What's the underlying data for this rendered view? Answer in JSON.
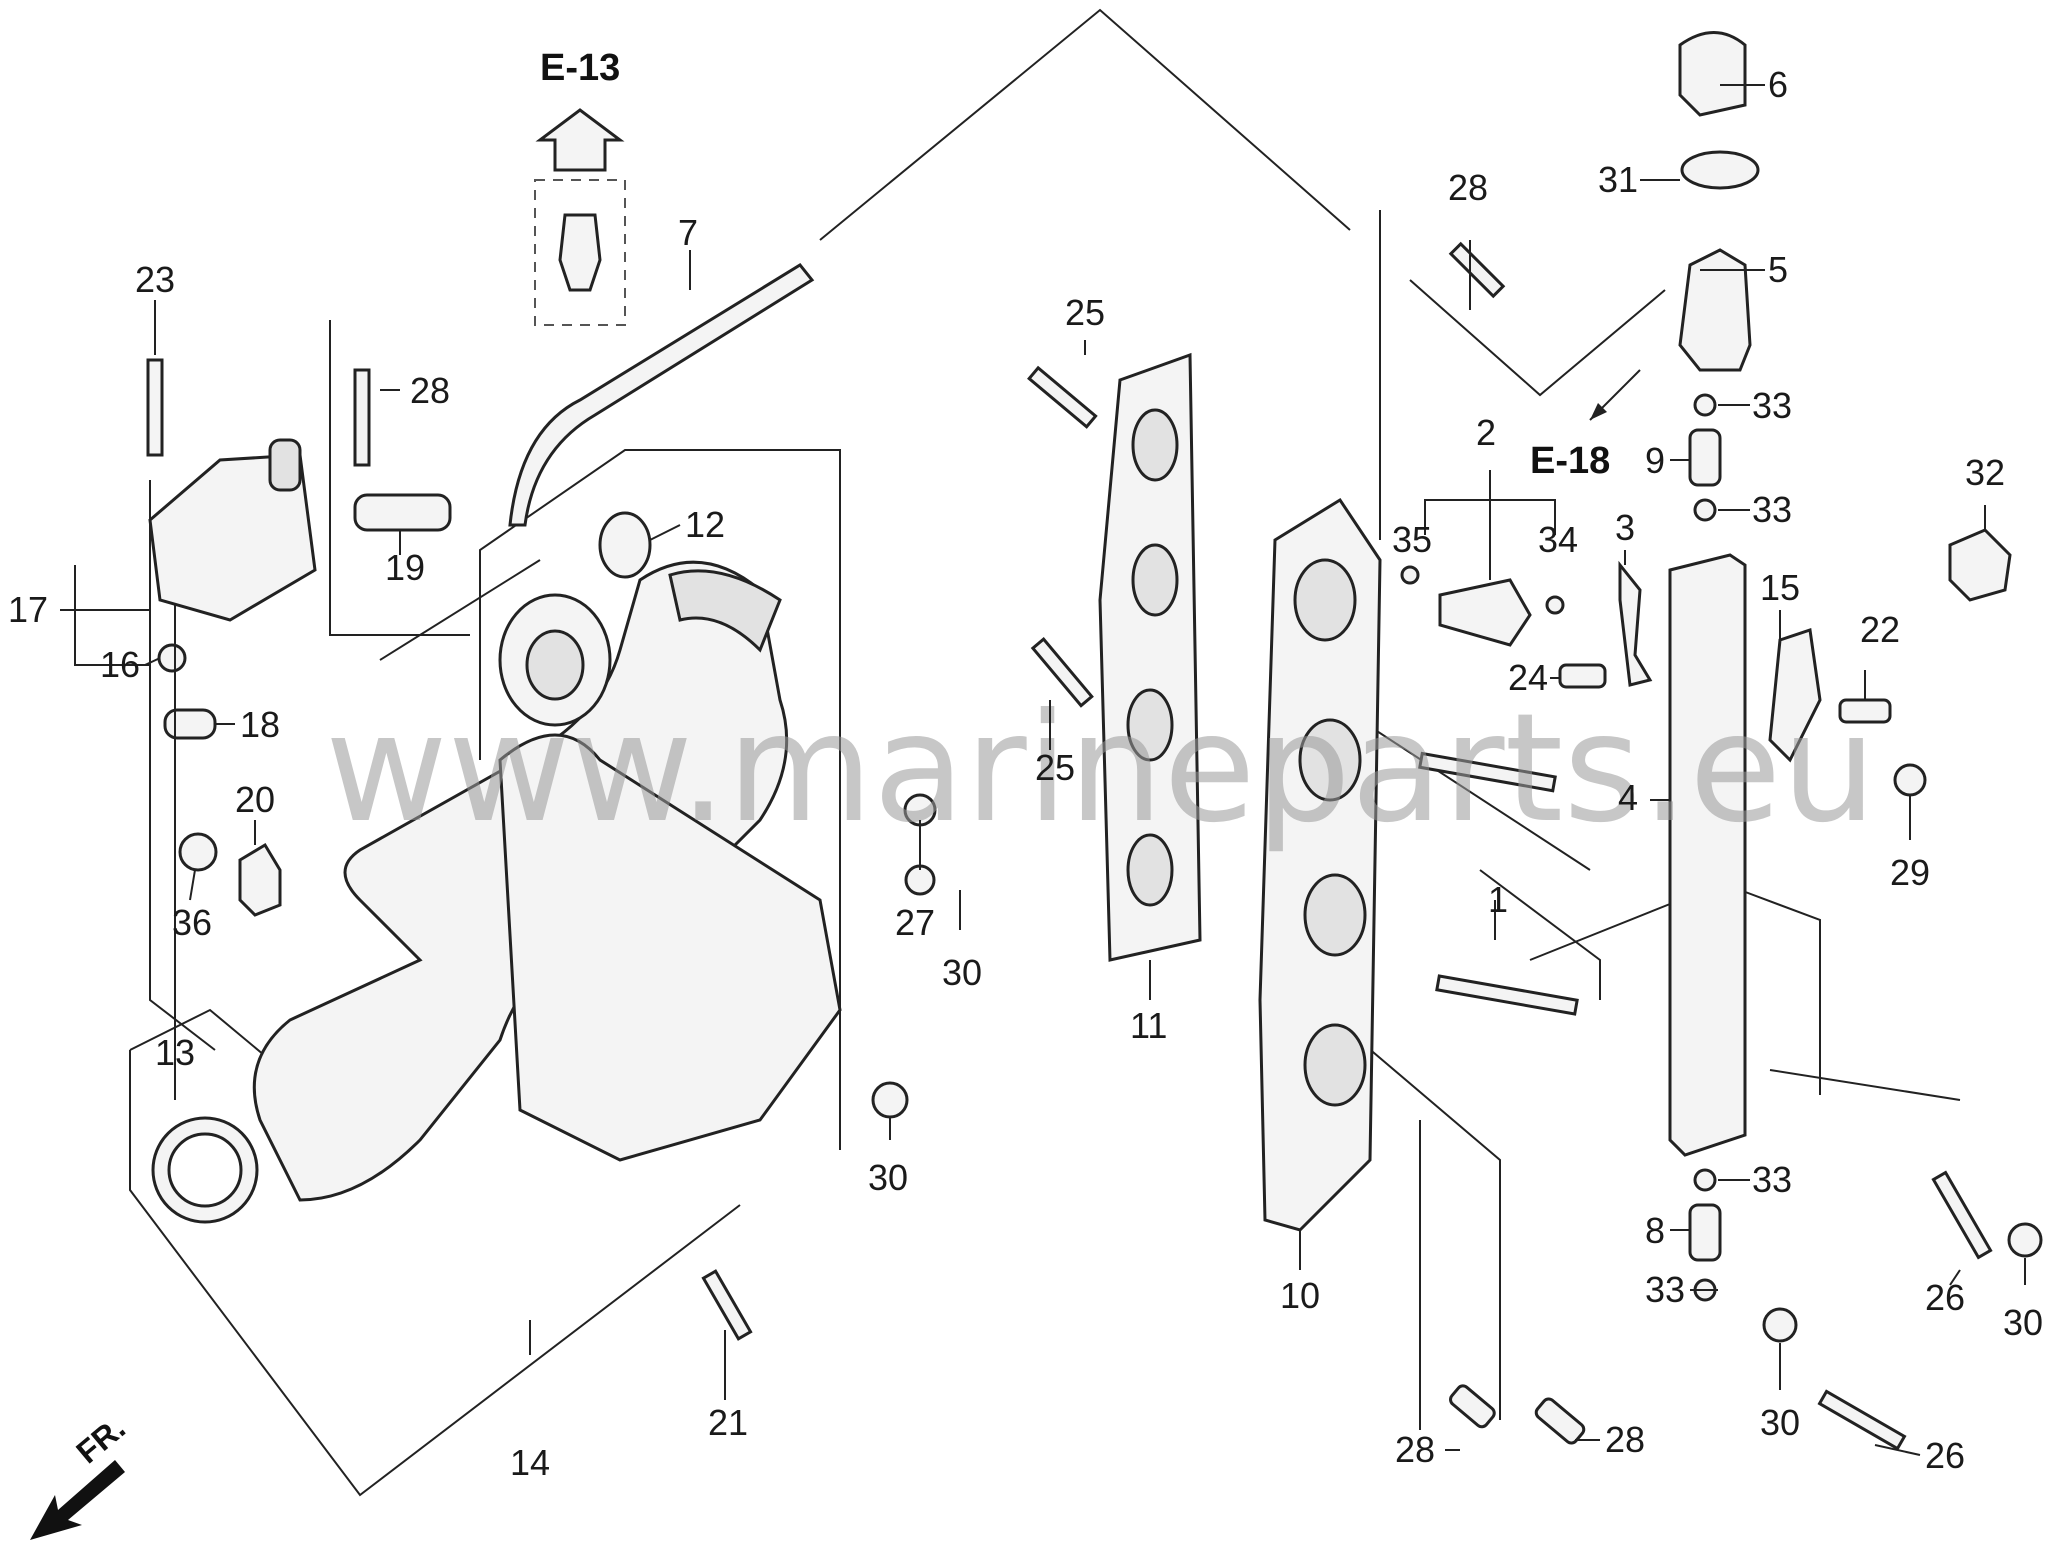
{
  "refs": {
    "e13": "E-13",
    "e18": "E-18"
  },
  "direction": "FR.",
  "watermark": "www.marineparts.eu",
  "callouts": {
    "c1": "1",
    "c2": "2",
    "c3": "3",
    "c4": "4",
    "c5": "5",
    "c6": "6",
    "c7": "7",
    "c8": "8",
    "c9": "9",
    "c10": "10",
    "c11": "11",
    "c12": "12",
    "c13": "13",
    "c14": "14",
    "c15": "15",
    "c16": "16",
    "c17": "17",
    "c18": "18",
    "c19": "19",
    "c20": "20",
    "c21": "21",
    "c22": "22",
    "c23": "23",
    "c24": "24",
    "c25a": "25",
    "c25b": "25",
    "c26a": "26",
    "c26b": "26",
    "c27": "27",
    "c28a": "28",
    "c28b": "28",
    "c28c": "28",
    "c28d": "28",
    "c29": "29",
    "c30a": "30",
    "c30b": "30",
    "c30c": "30",
    "c30d": "30",
    "c31": "31",
    "c32": "32",
    "c33a": "33",
    "c33b": "33",
    "c33c": "33",
    "c33d": "33",
    "c34": "34",
    "c35": "35",
    "c36": "36"
  }
}
